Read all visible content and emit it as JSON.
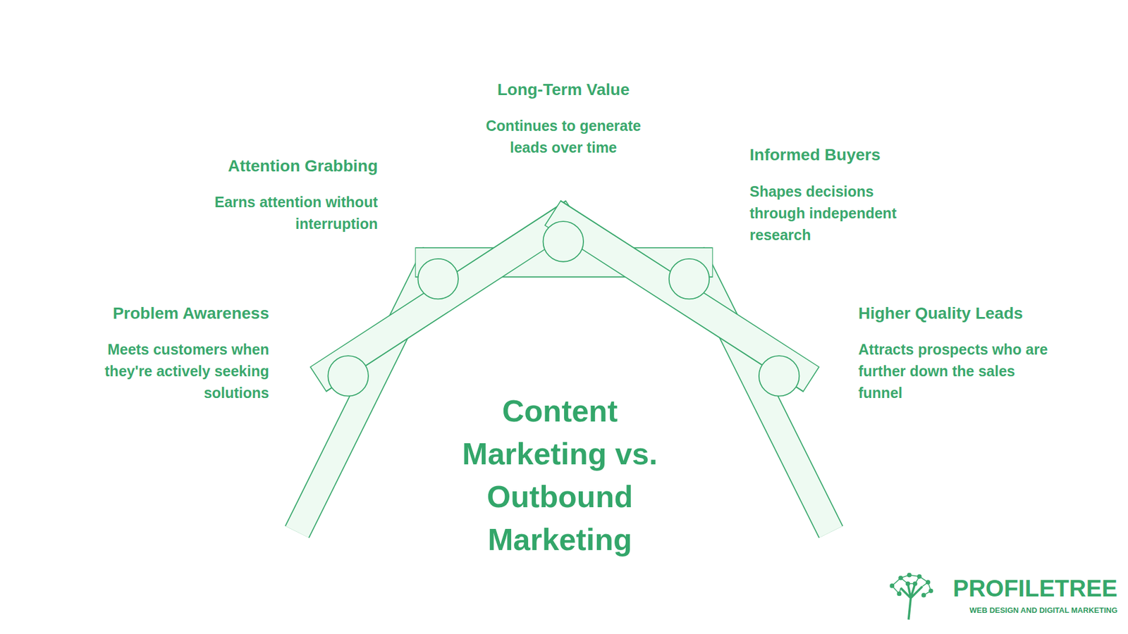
{
  "diagram": {
    "title": "Content Marketing vs. Outbound Marketing",
    "labels": [
      "Long-Term Value",
      "Continues to generate leads over time",
      "Attention Grabbing",
      "Earns attention without interruption",
      "Informed Buyers",
      "Shapes decisions through independent research",
      "Problem Awareness",
      "Meets customers when they're actively seeking solutions",
      "Higher Quality Leads",
      "Attracts prospects who are further down the sales funnel",
      "PROFILETREE",
      "WEB DESIGN AND DIGITAL MARKETING"
    ]
  }
}
